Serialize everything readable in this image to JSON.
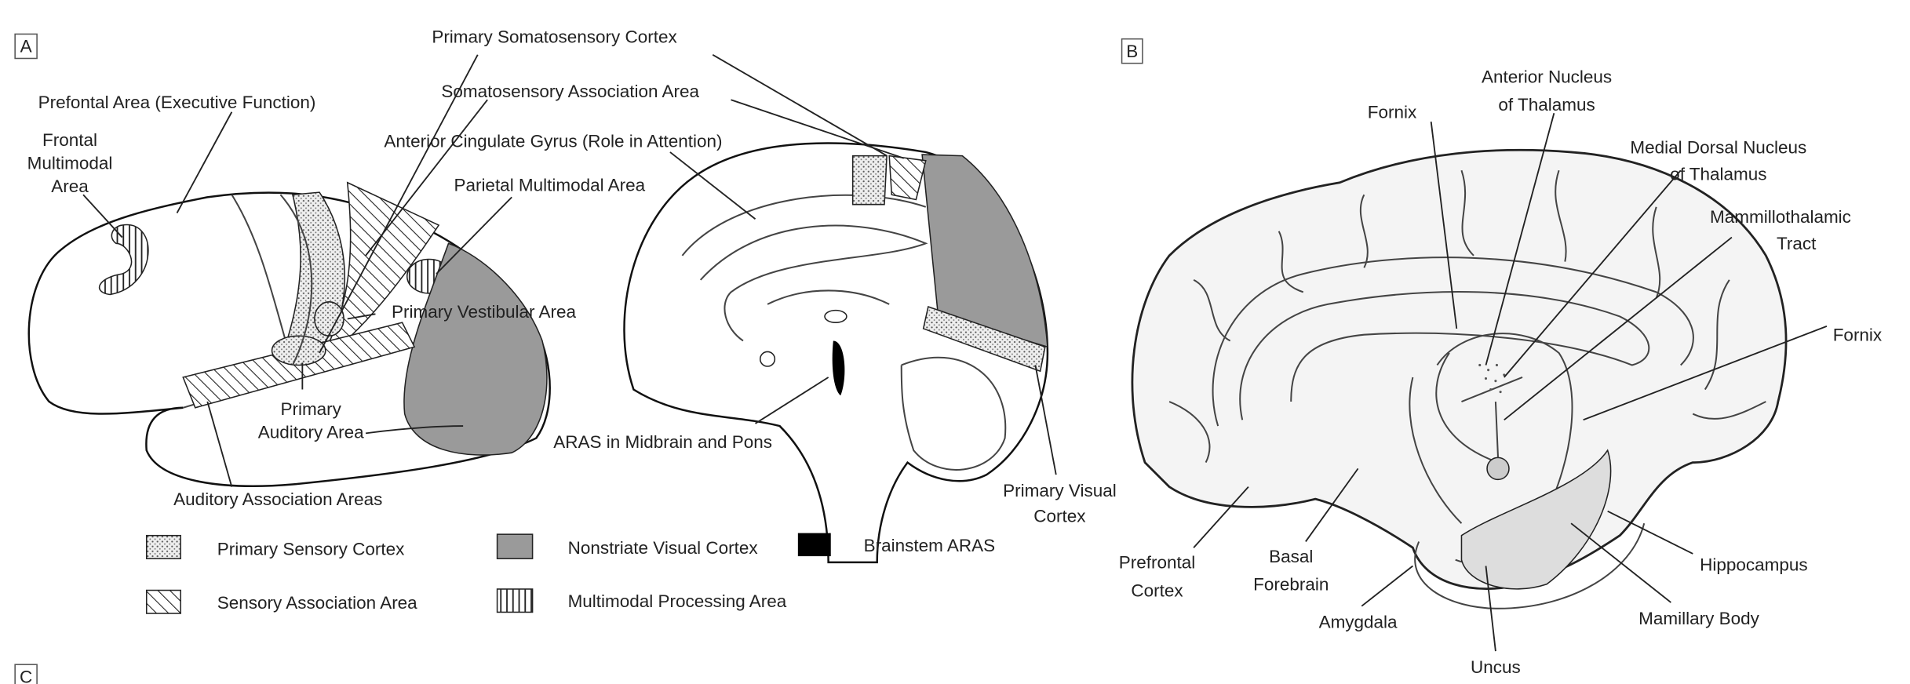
{
  "panels": {
    "a": {
      "label": "A",
      "labels": {
        "primary_somatosensory": "Primary Somatosensory Cortex",
        "somatosensory_association": "Somatosensory Association Area",
        "prefrontal": "Prefontal Area (Executive Function)",
        "frontal_multimodal": [
          "Frontal",
          "Multimodal",
          "Area"
        ],
        "anterior_cingulate": "Anterior Cingulate Gyrus (Role in Attention)",
        "parietal_multimodal": "Parietal Multimodal Area",
        "primary_vestibular": "Primary Vestibular Area",
        "primary_auditory": [
          "Primary",
          "Auditory Area"
        ],
        "aras": "ARAS in Midbrain and Pons",
        "auditory_association": "Auditory Association Areas",
        "primary_visual": [
          "Primary Visual",
          "Cortex"
        ]
      },
      "legend": [
        {
          "label": "Primary Sensory Cortex",
          "pattern": "dots"
        },
        {
          "label": "Nonstriate Visual Cortex",
          "pattern": "gray",
          "color": "#9a9a9a"
        },
        {
          "label": "Brainstem ARAS",
          "pattern": "black",
          "color": "#000000"
        },
        {
          "label": "Sensory Association Area",
          "pattern": "diagonal-hatch"
        },
        {
          "label": "Multimodal Processing Area",
          "pattern": "vertical-hatch"
        }
      ]
    },
    "b": {
      "label": "B",
      "labels": {
        "fornix_top": "Fornix",
        "anterior_nucleus": [
          "Anterior Nucleus",
          "of Thalamus"
        ],
        "medial_dorsal": [
          "Medial Dorsal Nucleus",
          "of Thalamus"
        ],
        "mammillothalamic": [
          "Mammillothalamic",
          "Tract"
        ],
        "fornix_right": "Fornix",
        "prefrontal_cortex": [
          "Prefrontal",
          "Cortex"
        ],
        "basal_forebrain": [
          "Basal",
          "Forebrain"
        ],
        "amygdala": "Amygdala",
        "uncus": "Uncus",
        "hippocampus": "Hippocampus",
        "mamillary_body": "Mamillary Body"
      }
    },
    "c": {
      "label": "C"
    }
  }
}
